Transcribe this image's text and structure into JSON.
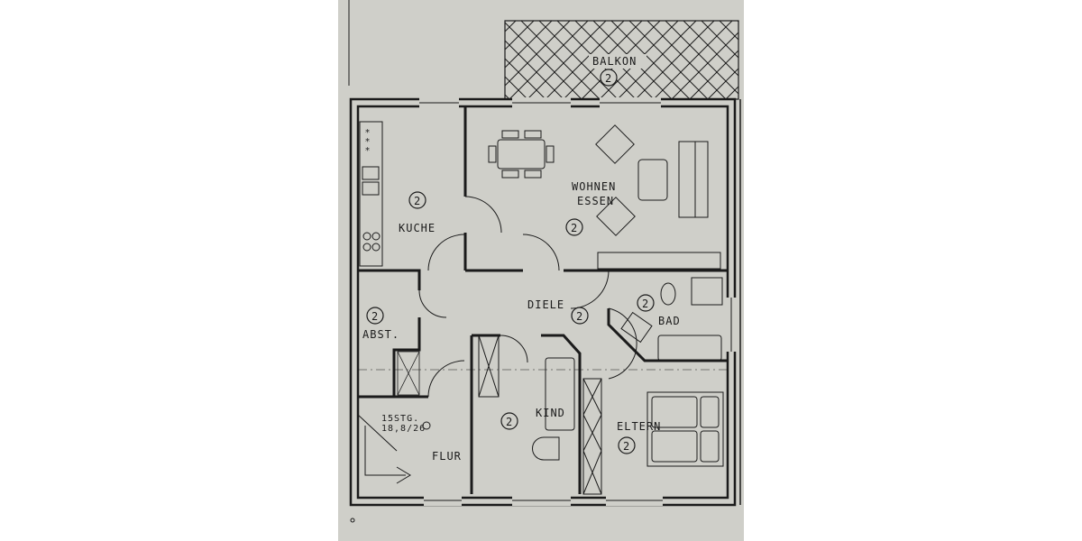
{
  "plan": {
    "paper_color": "#cfcfc9",
    "line_color": "#1b1b1b",
    "rooms": [
      {
        "key": "balkon",
        "label": "BALKON",
        "marker": "2"
      },
      {
        "key": "kuche",
        "label": "KUCHE",
        "marker": "2"
      },
      {
        "key": "wohnen",
        "label": "WOHNEN",
        "label2": "ESSEN",
        "marker": "2"
      },
      {
        "key": "diele",
        "label": "DIELE",
        "marker": "2"
      },
      {
        "key": "bad",
        "label": "BAD",
        "marker": "2"
      },
      {
        "key": "abst",
        "label": "ABST.",
        "marker": "2"
      },
      {
        "key": "kind",
        "label": "KIND",
        "marker": "2"
      },
      {
        "key": "eltern",
        "label": "ELTERN",
        "marker": "2"
      },
      {
        "key": "flur",
        "label": "FLUR"
      }
    ],
    "stair_note": {
      "line1": "15STG.",
      "line2": "18,8/26"
    }
  }
}
